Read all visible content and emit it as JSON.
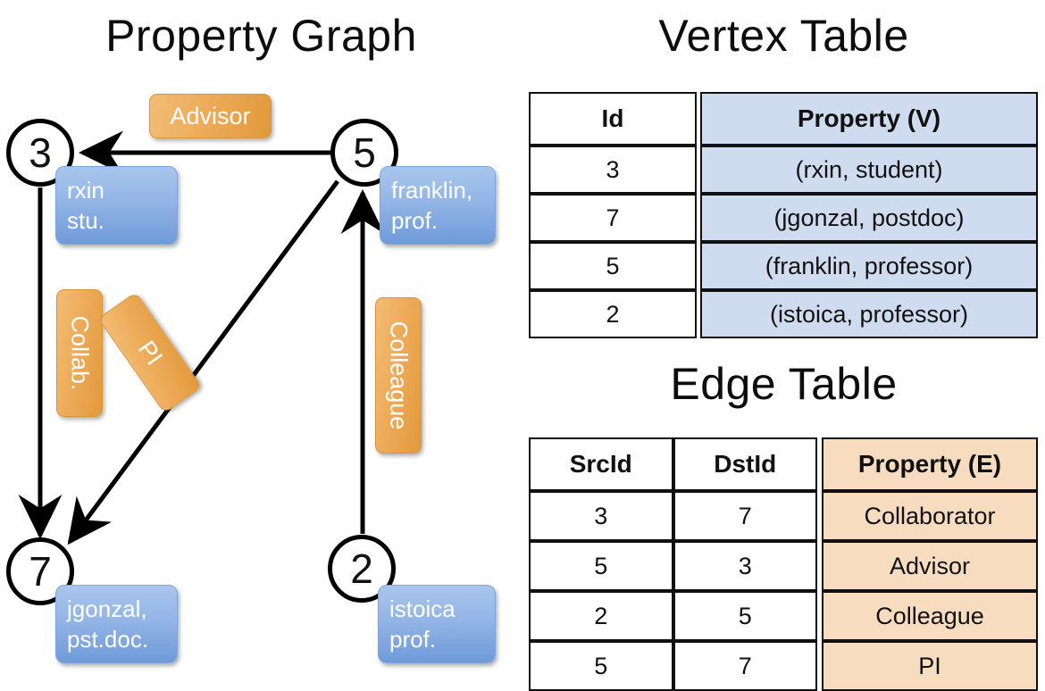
{
  "titles": {
    "graph": "Property Graph",
    "vertex_table": "Vertex Table",
    "edge_table": "Edge Table"
  },
  "graph": {
    "nodes": [
      {
        "id": "3",
        "property": "rxin\nstu.",
        "prop_line1": "rxin",
        "prop_line2": "stu."
      },
      {
        "id": "5",
        "property": "franklin,\nprof.",
        "prop_line1": "franklin,",
        "prop_line2": "prof."
      },
      {
        "id": "7",
        "property": "jgonzal,\npst.doc.",
        "prop_line1": "jgonzal,",
        "prop_line2": "pst.doc."
      },
      {
        "id": "2",
        "property": "istoica\nprof.",
        "prop_line1": "istoica",
        "prop_line2": "prof."
      }
    ],
    "edge_labels": [
      {
        "name": "advisor",
        "text": "Advisor",
        "from": "5",
        "to": "3"
      },
      {
        "name": "collab",
        "text": "Collab.",
        "from": "3",
        "to": "7"
      },
      {
        "name": "pi",
        "text": "PI",
        "from": "5",
        "to": "7"
      },
      {
        "name": "colleague",
        "text": "Colleague",
        "from": "2",
        "to": "5"
      }
    ],
    "colors": {
      "vertex_box": "#93b5e6",
      "edge_label_box": "#eead5c",
      "stroke": "#000000"
    }
  },
  "vertex_table": {
    "columns": [
      "Id",
      "Property (V)"
    ],
    "rows": [
      {
        "id": "3",
        "property": "(rxin, student)"
      },
      {
        "id": "7",
        "property": "(jgonzal, postdoc)"
      },
      {
        "id": "5",
        "property": "(franklin, professor)"
      },
      {
        "id": "2",
        "property": "(istoica, professor)"
      }
    ],
    "header_fill": "#cfdcf0"
  },
  "edge_table": {
    "columns": [
      "SrcId",
      "DstId",
      "Property (E)"
    ],
    "rows": [
      {
        "src": "3",
        "dst": "7",
        "property": "Collaborator"
      },
      {
        "src": "5",
        "dst": "3",
        "property": "Advisor"
      },
      {
        "src": "2",
        "dst": "5",
        "property": "Colleague"
      },
      {
        "src": "5",
        "dst": "7",
        "property": "PI"
      }
    ],
    "header_fill": "#f7dcc0"
  }
}
